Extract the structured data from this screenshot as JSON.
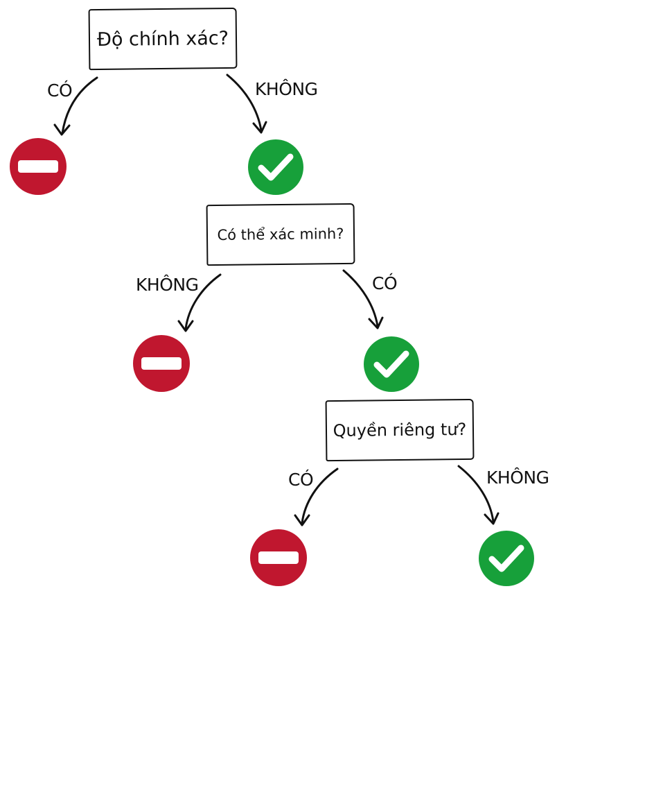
{
  "questions": {
    "accuracy": "Độ chính xác?",
    "verifiable": "Có thể xác minh?",
    "privacy": "Quyền riêng tư?"
  },
  "branches": {
    "accuracy_left": "CÓ",
    "accuracy_right": "KHÔNG",
    "verifiable_left": "KHÔNG",
    "verifiable_right": "CÓ",
    "privacy_left": "CÓ",
    "privacy_right": "KHÔNG"
  },
  "icons": {
    "reject": "no-entry-icon",
    "approve": "check-icon"
  },
  "colors": {
    "reject": "#c0172f",
    "approve": "#17a03a",
    "ink": "#111111"
  }
}
